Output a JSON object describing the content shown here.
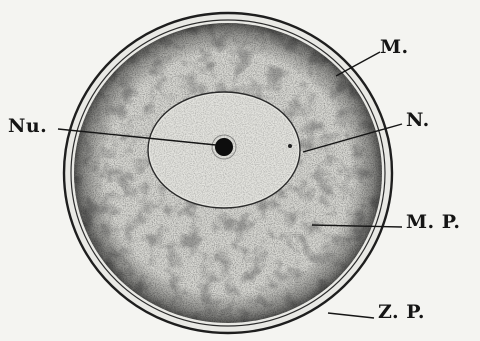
{
  "labels": {
    "nucleolus": "Nu.",
    "membrane": "M.",
    "nucleus": "N.",
    "protoplasm": "M. P.",
    "zona_pellucida": "Z. P."
  },
  "colors": {
    "ink": "#151515",
    "paper": "#f4f4f1",
    "cell_fill": "#dcdcd8"
  }
}
